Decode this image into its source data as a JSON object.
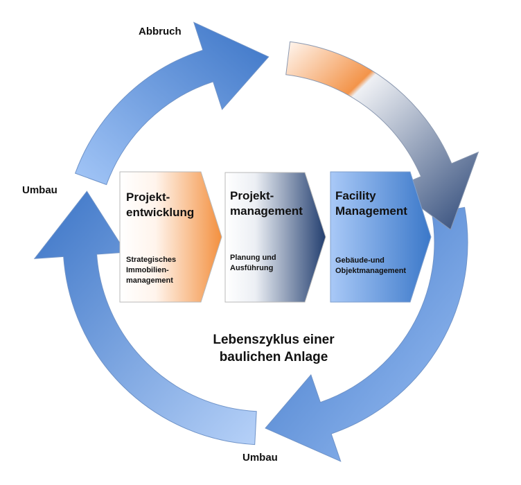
{
  "labels": {
    "top": "Abbruch",
    "left": "Umbau",
    "bottom": "Umbau"
  },
  "phases": [
    {
      "title_line1": "Projekt-",
      "title_line2": "entwicklung",
      "sub_line1": "Strategisches",
      "sub_line2": "Immobilien-",
      "sub_line3": "management"
    },
    {
      "title_line1": "Projekt-",
      "title_line2": "management",
      "sub_line1": "Planung und",
      "sub_line2": "Ausführung",
      "sub_line3": ""
    },
    {
      "title_line1": "Facility",
      "title_line2": "Management",
      "sub_line1": "Gebäude-und",
      "sub_line2": "Objektmanagement",
      "sub_line3": ""
    }
  ],
  "title": {
    "line1": "Lebenszyklus einer",
    "line2": "baulichen Anlage"
  },
  "colors": {
    "blue_light": "#9cc0f4",
    "blue_dark": "#3b74c6",
    "orange": "#f3944a",
    "navy": "#2c4777"
  }
}
